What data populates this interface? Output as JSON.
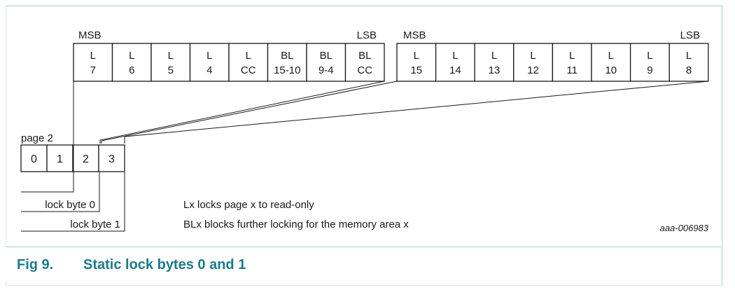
{
  "diagram": {
    "byte0": {
      "msb": "MSB",
      "lsb": "LSB",
      "cells": [
        [
          "L",
          "7"
        ],
        [
          "L",
          "6"
        ],
        [
          "L",
          "5"
        ],
        [
          "L",
          "4"
        ],
        [
          "L",
          "CC"
        ],
        [
          "BL",
          "15-10"
        ],
        [
          "BL",
          "9-4"
        ],
        [
          "BL",
          "CC"
        ]
      ]
    },
    "byte1": {
      "msb": "MSB",
      "lsb": "LSB",
      "cells": [
        [
          "L",
          "15"
        ],
        [
          "L",
          "14"
        ],
        [
          "L",
          "13"
        ],
        [
          "L",
          "12"
        ],
        [
          "L",
          "11"
        ],
        [
          "L",
          "10"
        ],
        [
          "L",
          "9"
        ],
        [
          "L",
          "8"
        ]
      ]
    },
    "page": {
      "label": "page 2",
      "cells": [
        "0",
        "1",
        "2",
        "3"
      ]
    },
    "lock_byte_0": "lock byte 0",
    "lock_byte_1": "lock byte 1",
    "notes": [
      "Lx locks page x to read-only",
      "BLx blocks further locking for the memory area x"
    ],
    "figure_id": "aaa-006983"
  },
  "caption": {
    "number": "Fig 9.",
    "title": "Static lock bytes 0 and 1"
  },
  "colors": {
    "caption": "#1b7a8c",
    "frame": "#a8cdd3",
    "line": "#1a1a1a"
  }
}
